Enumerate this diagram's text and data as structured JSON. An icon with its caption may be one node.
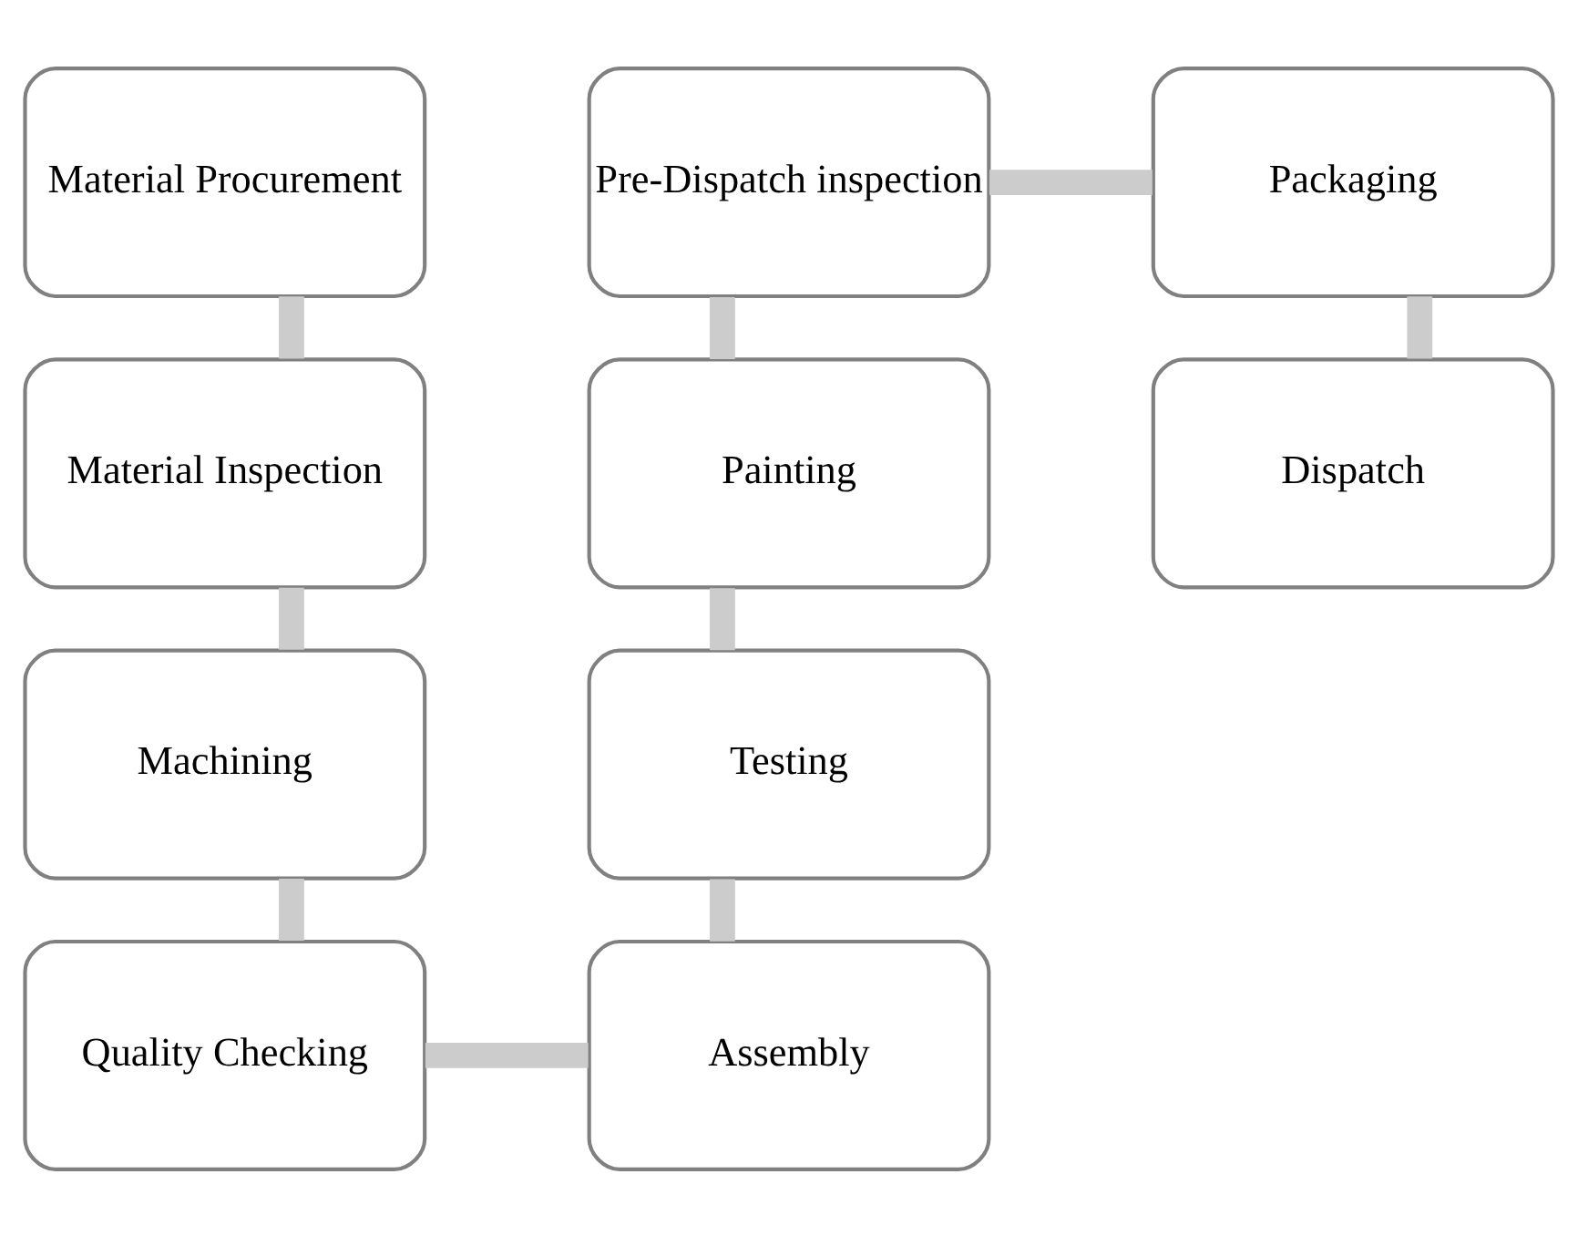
{
  "diagram": {
    "nodes": [
      {
        "text": [
          "Material Procurement"
        ]
      },
      {
        "text": [
          "Material Inspection"
        ]
      },
      {
        "text": [
          "Machining"
        ]
      },
      {
        "text": [
          "Quality Checking"
        ]
      },
      {
        "text": [
          "Assembly"
        ]
      },
      {
        "text": [
          "Testing"
        ]
      },
      {
        "text": [
          "Painting"
        ]
      },
      {
        "text": [
          "Pre-Dispatch inspection"
        ]
      },
      {
        "text": [
          "Packaging"
        ]
      },
      {
        "text": [
          "Dispatch"
        ]
      }
    ],
    "edges": [
      {
        "from": 0,
        "to": 1,
        "arrow": "none"
      },
      {
        "from": 1,
        "to": 2,
        "arrow": "none"
      },
      {
        "from": 2,
        "to": 3,
        "arrow": "none"
      },
      {
        "from": 3,
        "to": 4,
        "arrow": "none"
      },
      {
        "from": 4,
        "to": 5,
        "arrow": "none"
      },
      {
        "from": 5,
        "to": 6,
        "arrow": "none"
      },
      {
        "from": 6,
        "to": 7,
        "arrow": "none"
      },
      {
        "from": 7,
        "to": 8,
        "arrow": "none"
      },
      {
        "from": 8,
        "to": 9,
        "arrow": "none"
      }
    ]
  }
}
